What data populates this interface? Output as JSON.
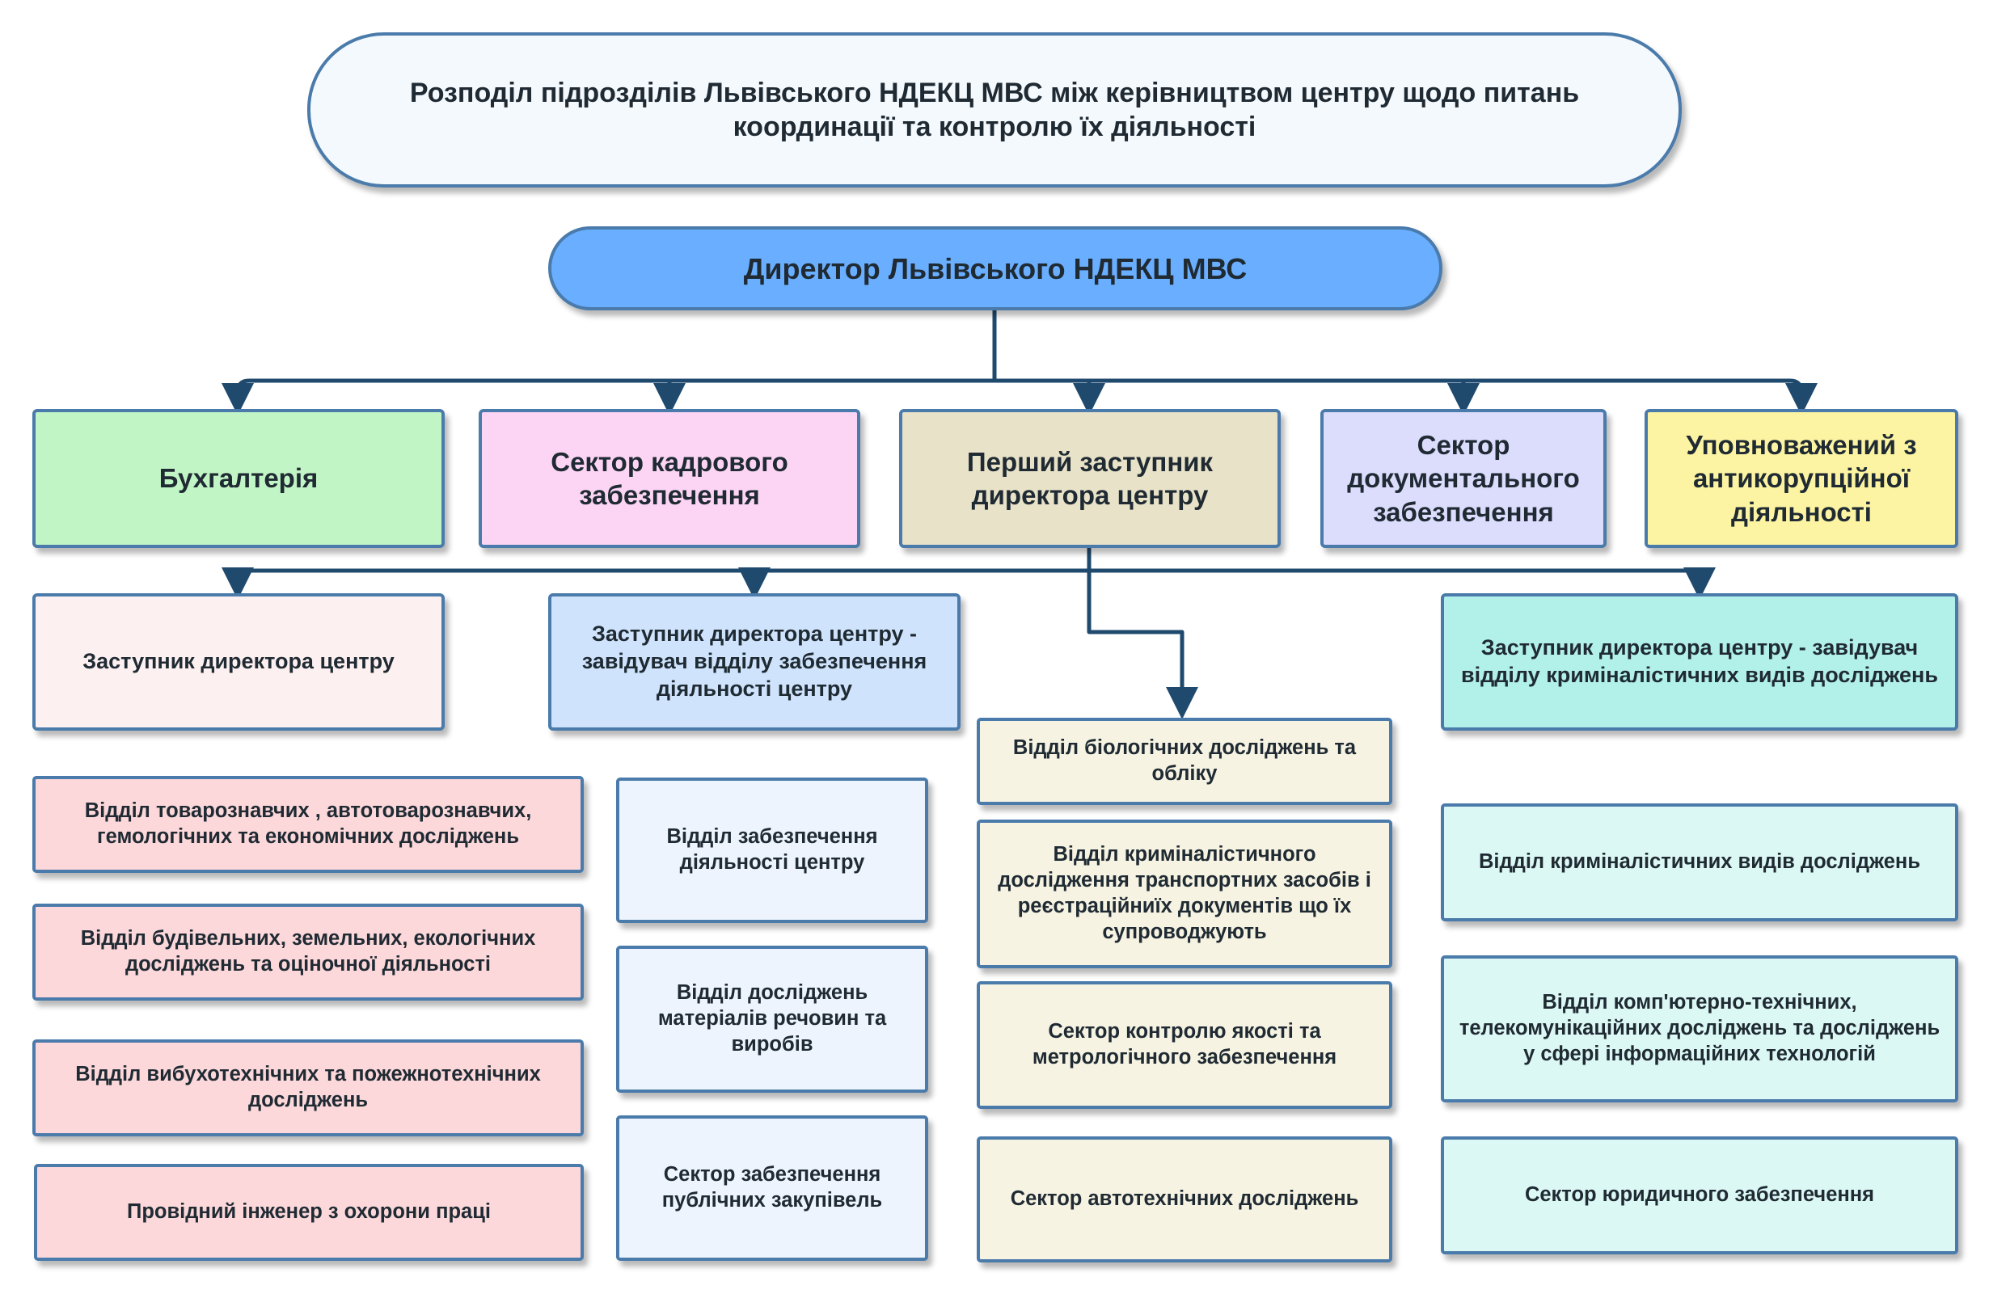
{
  "title": "Розподіл підрозділів Львівського НДЕКЦ МВС між керівництвом центру щодо питань координації та контролю їх діяльності",
  "director": "Директор Львівського НДЕКЦ МВС",
  "level1": {
    "accounting": "Бухгалтерія",
    "hr": "Сектор кадрового забезпечення",
    "first_deputy": "Перший заступник директора центру",
    "documents": "Сектор документального забезпечення",
    "anticorruption": "Уповноважений з антикорупційної діяльності"
  },
  "level2": {
    "deputy": "Заступник директора центру",
    "deputy_support": "Заступник директора центру - завідувач відділу забезпечення діяльності центру",
    "deputy_forensic": "Заступник директора центру - завідувач відділу криміналістичних видів досліджень"
  },
  "col_deputy": [
    "Відділ товарознавчих , автотоварознавчих, гемологічних та економічних досліджень",
    "Відділ будівельних, земельних, екологічних досліджень та оціночної діяльності",
    "Відділ вибухотехнічних та пожежнотехнічних досліджень",
    "Провідний інженер з охорони праці"
  ],
  "col_support": [
    "Відділ забезпечення діяльності центру",
    "Відділ досліджень матеріалів речовин та виробів",
    "Сектор забезпечення публічних закупівель"
  ],
  "col_first": [
    "Відділ біологічних досліджень та обліку",
    "Відділ криміналістичного дослідження транспортних засобів і реєстраційниїх документів що їх супроводжують",
    "Сектор контролю якості та метрологічного забезпечення",
    "Сектор автотехнічних досліджень"
  ],
  "col_forensic": [
    "Відділ криміналістичних видів досліджень",
    "Відділ комп'ютерно-технічних, телекомунікаційних досліджень та досліджень у сфері інформаційних технологій",
    "Сектор юридичного забезпечення"
  ],
  "colors": {
    "border": "#4a7bab",
    "connector": "#1f4a6e",
    "title_fill": "#f4f9fd",
    "director_fill": "#6aaeff",
    "accounting_fill": "#c2f5c6",
    "hr_fill": "#fcd5f5",
    "first_deputy_fill": "#e8e2c8",
    "documents_fill": "#dcdcfc",
    "anticorruption_fill": "#fcf4a2",
    "deputy_fill": "#fdf0f0",
    "deputy_support_fill": "#cfe4fc",
    "deputy_forensic_fill": "#b2f0ea",
    "col_deputy_fill": "#fcd8da",
    "col_support_fill": "#edf4fd",
    "col_first_fill": "#f6f3e2",
    "col_forensic_fill": "#dcf8f4"
  }
}
